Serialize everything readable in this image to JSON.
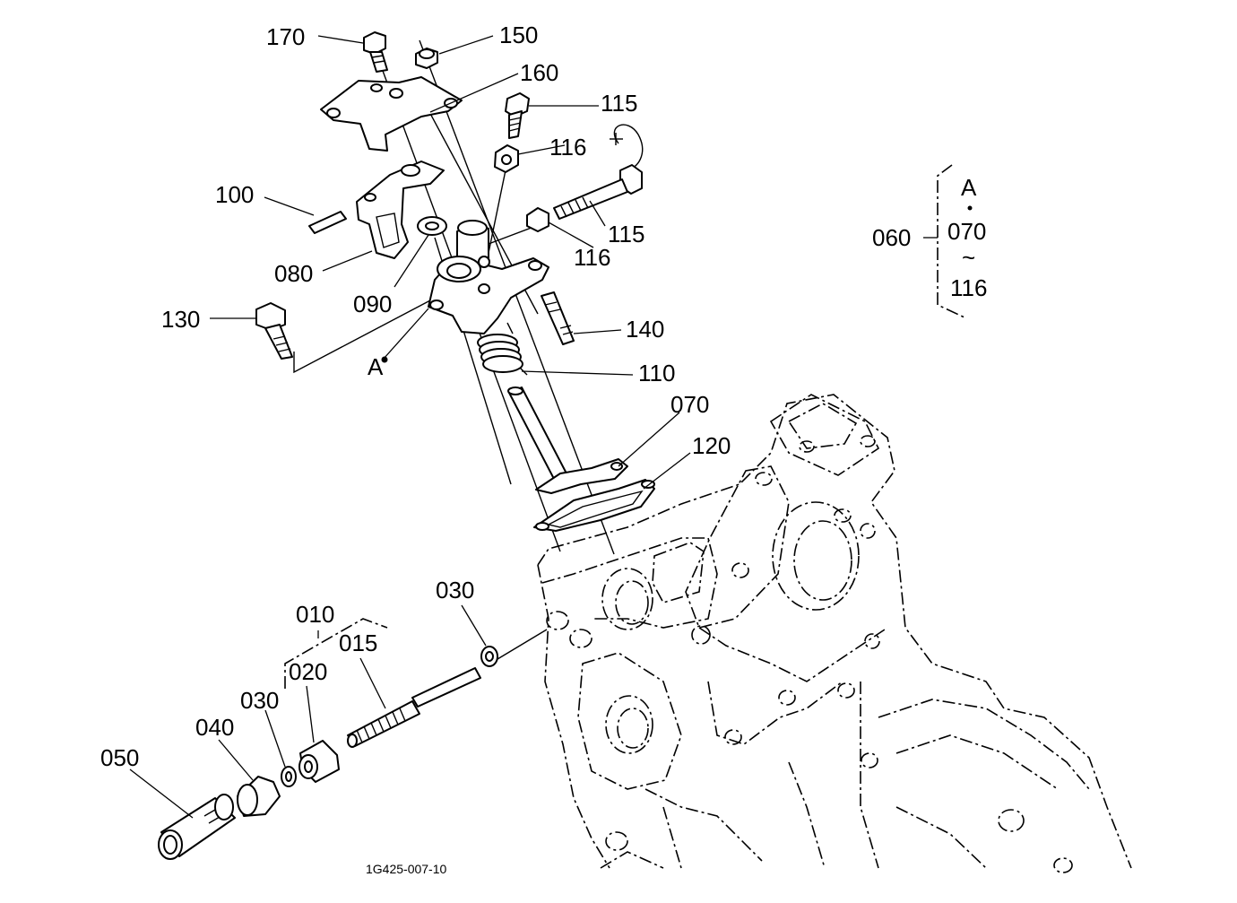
{
  "labels": {
    "p170": "170",
    "p150": "150",
    "p160": "160",
    "p115a": "115",
    "p116a": "116",
    "p100": "100",
    "p115b": "115",
    "p116b": "116",
    "p080": "080",
    "p090": "090",
    "p130": "130",
    "pA": "A",
    "p140": "140",
    "p110": "110",
    "p070": "070",
    "p120": "120",
    "p030a": "030",
    "p010": "010",
    "p015": "015",
    "p020": "020",
    "p030b": "030",
    "p040": "040",
    "p050": "050"
  },
  "assembly_note": {
    "parent": "060",
    "ref": "A",
    "from": "070",
    "range_mark": "~",
    "to": "116"
  },
  "drawing_code": "1G425-007-10"
}
